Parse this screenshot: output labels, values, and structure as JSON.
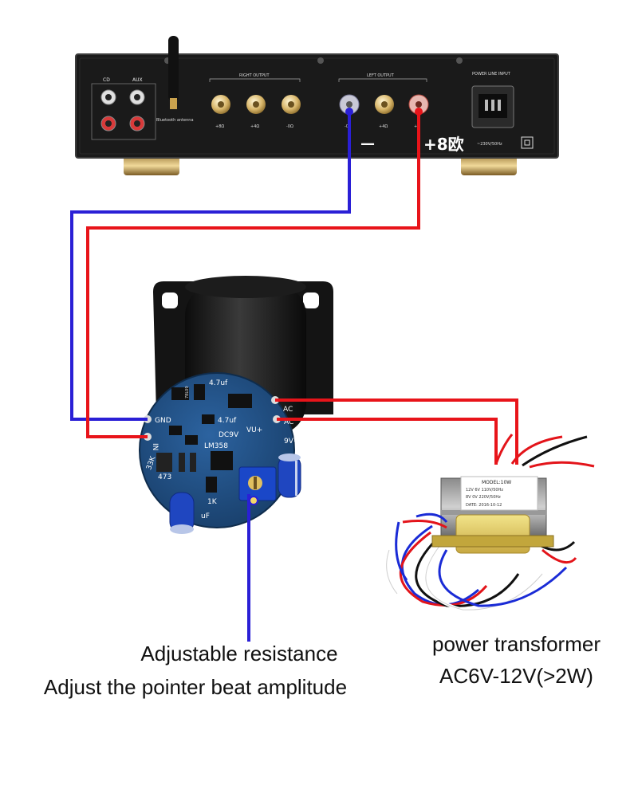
{
  "amplifier": {
    "cd_label": "CD",
    "aux_label": "AUX",
    "bluetooth_label": "Bluetooth antenna",
    "right_output_label": "RIGHT OUTPUT",
    "left_output_label": "LEFT OUTPUT",
    "power_input_label": "POWER LINE INPUT",
    "voltage_label": "~230V/50Hz",
    "right_terminals": [
      "+8Ω",
      "+4Ω",
      "-0Ω"
    ],
    "left_terminals": [
      "-0",
      "+4Ω",
      "+8"
    ],
    "minus_label": "—",
    "plus_label": "+8欧"
  },
  "meter_board": {
    "gnd_label": "GND",
    "in_label": "IN",
    "ac_label_top": "AC",
    "ac_label_bottom": "AC",
    "vu_label": "VU+",
    "dc9v_label": "DC9V",
    "plus9v_label": "9V+",
    "chip_label": "LM358",
    "cap_label_a": "4.7uf",
    "cap_label_b": "4.7uf",
    "resistor_label": "1K",
    "r33k_label": "33K",
    "c473_label": "473",
    "cap_uf_label": "uF",
    "code_label": "78L09"
  },
  "transformer": {
    "label_line1": "MODEL:10W",
    "label_line2": "12V 6V 110V/50Hz",
    "label_line3": "8V 0V 220V/50Hz",
    "label_line4": "DATE: 2016-10-12"
  },
  "captions": {
    "resistor_line1": "Adjustable resistance",
    "resistor_line2": "Adjust the pointer beat amplitude",
    "transformer_line1": "power transformer",
    "transformer_line2": "AC6V-12V(>2W)"
  },
  "colors": {
    "wire_blue": "#2a1fd6",
    "wire_red": "#e8141a",
    "pcb_blue": "#1f4f86",
    "amp_body": "#1a1a1a"
  }
}
